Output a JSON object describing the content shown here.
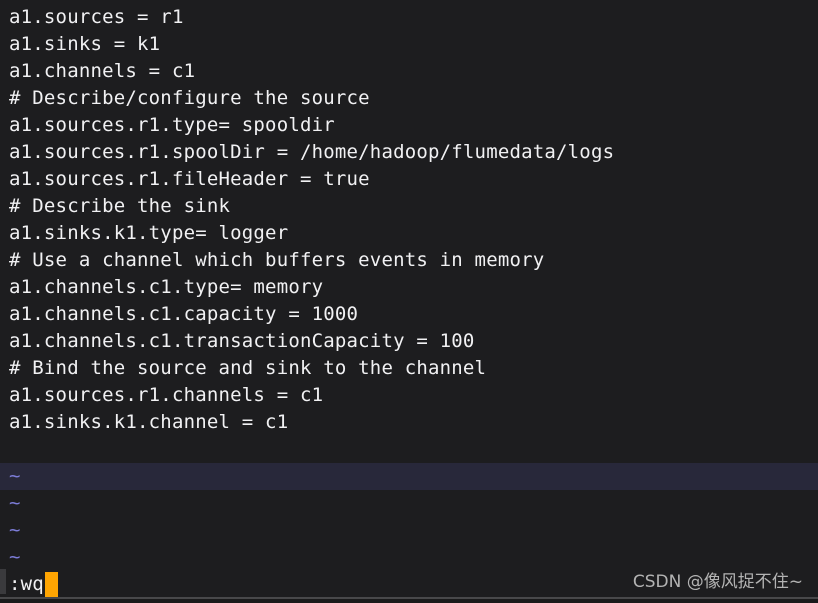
{
  "editor": {
    "lines": [
      "a1.sources = r1",
      "a1.sinks = k1",
      "a1.channels = c1",
      "# Describe/configure the source",
      "a1.sources.r1.type= spooldir",
      "a1.sources.r1.spoolDir = /home/hadoop/flumedata/logs",
      "a1.sources.r1.fileHeader = true",
      "# Describe the sink",
      "a1.sinks.k1.type= logger",
      "# Use a channel which buffers events in memory",
      "a1.channels.c1.type= memory",
      "a1.channels.c1.capacity = 1000",
      "a1.channels.c1.transactionCapacity = 100",
      "# Bind the source and sink to the channel",
      "a1.sources.r1.channels = c1",
      "a1.sinks.k1.channel = c1"
    ],
    "tilde": "~",
    "command": ":wq"
  },
  "watermark": {
    "text": "CSDN @像风捉不住~"
  },
  "colors": {
    "background": "#1d1d1f",
    "text": "#f1f1f3",
    "tilde": "#7d7dd8",
    "highlight_row": "#28283a",
    "cursor": "#ffa502",
    "watermark": "#b3b3b3",
    "bottom_border": "#48484a"
  }
}
